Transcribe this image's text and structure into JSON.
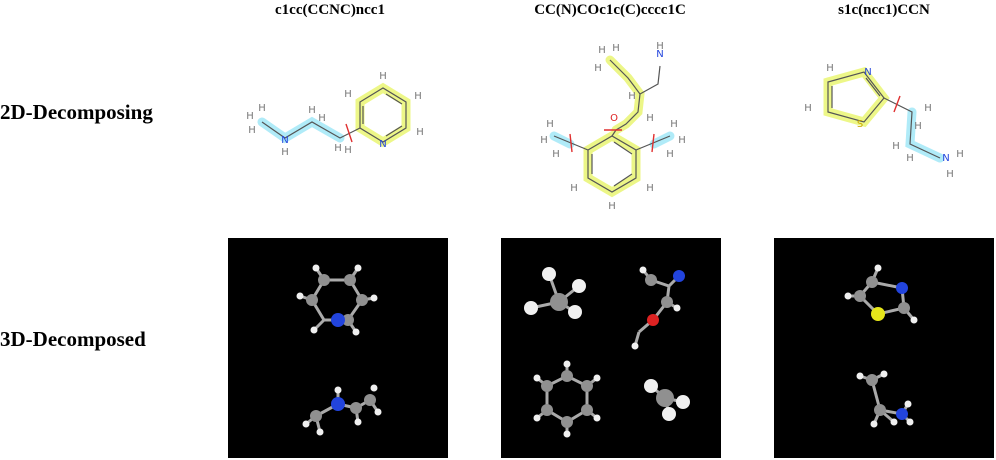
{
  "columns": [
    {
      "smiles": "c1cc(CCNC)ncc1"
    },
    {
      "smiles": "CC(N)COc1c(C)cccc1C"
    },
    {
      "smiles": "s1c(ncc1)CCN"
    }
  ],
  "rows": {
    "decomposing": "2D-Decomposing",
    "decomposed": "3D-Decomposed"
  },
  "atoms": {
    "H": "H",
    "N": "N",
    "O": "O",
    "S": "S"
  },
  "colors": {
    "fragment_aromatic": "#e8f56a",
    "fragment_aliphatic": "#8fe3f5",
    "cut_mark": "#e03030",
    "nitrogen": "#2244dd",
    "oxygen": "#dd2222",
    "sulfur": "#e6e61a",
    "carbon": "#909090",
    "hydrogen": "#f0f0f0"
  }
}
